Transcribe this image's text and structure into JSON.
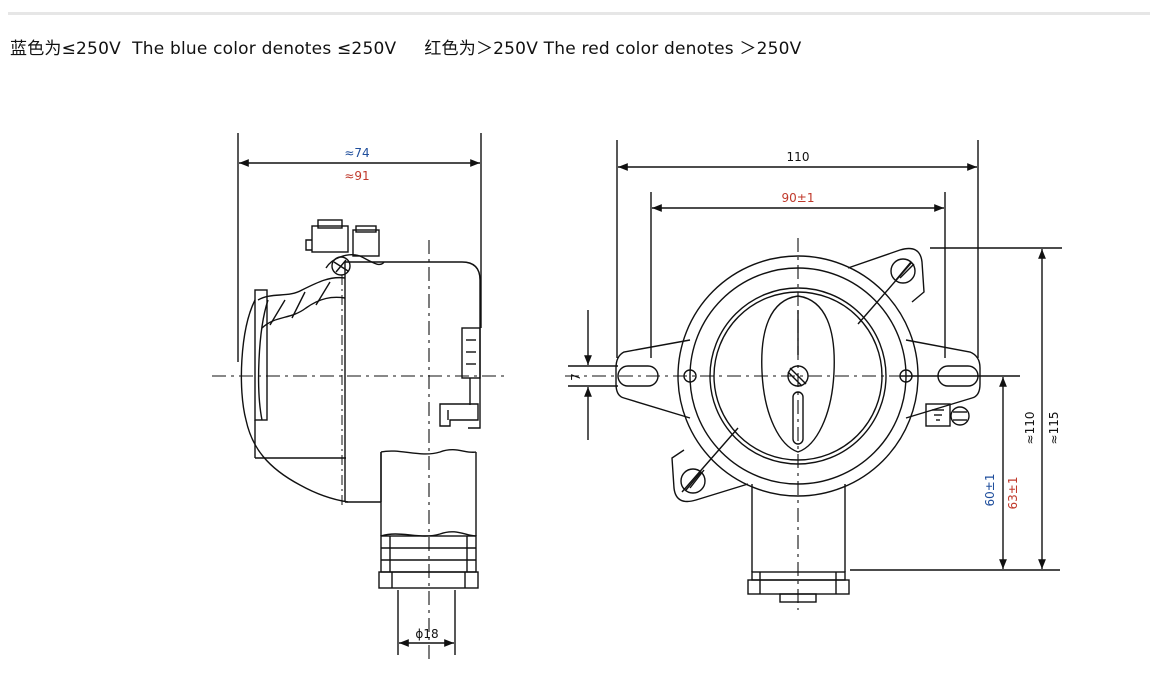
{
  "legend": {
    "blue_cn": "蓝色为≤250V",
    "blue_en": "The blue color denotes ≤250V",
    "red_cn": "红色为＞250V",
    "red_en": "The red color denotes ＞250V"
  },
  "colors": {
    "blue": "#1f4e9c",
    "red": "#c0392b",
    "line": "#111111",
    "header_rule": "#e6e6e6"
  },
  "side_view": {
    "width_blue": "≈74",
    "width_red": "≈91",
    "conduit": "ϕ18"
  },
  "front_view": {
    "width_overall": "110",
    "mount_spacing": "90±1",
    "slot": "7",
    "center_blue": "60±1",
    "center_red": "63±1",
    "height_1": "≈110",
    "height_2": "≈115"
  }
}
